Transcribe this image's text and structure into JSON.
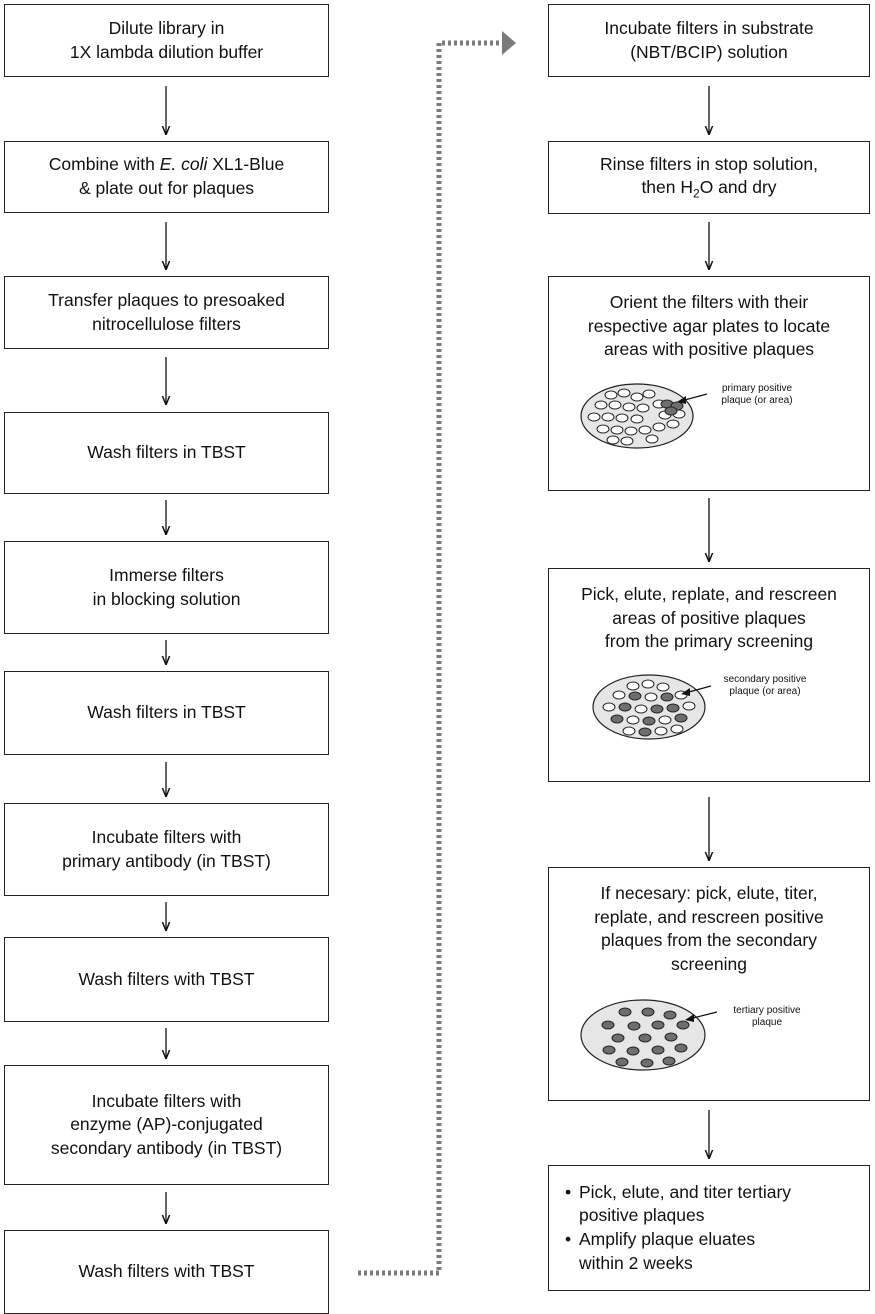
{
  "colors": {
    "border": "#222222",
    "plate_fill": "#e6e6e6",
    "positive_plaque": "#6e6e6e",
    "connector": "#7a7a7a"
  },
  "left_column": [
    {
      "lines": [
        "Dilute library in",
        "1X lambda dilution buffer"
      ]
    },
    {
      "lines_rich": [
        [
          "Combine with ",
          {
            "i": "E. coli"
          },
          " XL1-Blue"
        ],
        [
          "& plate out for plaques"
        ]
      ]
    },
    {
      "lines": [
        "Transfer plaques to presoaked",
        "nitrocellulose filters"
      ]
    },
    {
      "lines": [
        "Wash filters in TBST"
      ]
    },
    {
      "lines": [
        "Immerse filters",
        "in blocking solution"
      ]
    },
    {
      "lines": [
        "Wash filters in TBST"
      ]
    },
    {
      "lines": [
        "Incubate filters with",
        "primary antibody (in TBST)"
      ]
    },
    {
      "lines": [
        "Wash filters with TBST"
      ]
    },
    {
      "lines": [
        "Incubate filters with",
        "enzyme (AP)-conjugated",
        "secondary antibody (in TBST)"
      ]
    },
    {
      "lines": [
        "Wash filters with TBST"
      ]
    }
  ],
  "right_column": [
    {
      "lines": [
        "Incubate filters in substrate",
        "(NBT/BCIP) solution"
      ]
    },
    {
      "lines_rich": [
        [
          "Rinse filters in stop solution,"
        ],
        [
          "then H",
          {
            "sub": "2"
          },
          "O and dry"
        ]
      ]
    },
    {
      "lines": [
        "Orient the filters with their",
        "respective agar plates to locate",
        "areas with positive plaques"
      ],
      "figure_label": [
        "primary positive",
        "plaque (or area)"
      ]
    },
    {
      "lines": [
        "Pick, elute, replate, and rescreen",
        "areas of positive plaques",
        "from the primary screening"
      ],
      "figure_label": [
        "secondary positive",
        "plaque (or area)"
      ]
    },
    {
      "lines": [
        "If necesary: pick, elute, titer,",
        "replate, and rescreen positive",
        "plaques from the secondary",
        "screening"
      ],
      "figure_label": [
        "tertiary positive",
        "plaque"
      ]
    },
    {
      "bullets": [
        [
          "Pick, elute, and titer tertiary",
          "positive plaques"
        ],
        [
          "Amplify plaque eluates",
          "within 2 weeks"
        ]
      ]
    }
  ]
}
